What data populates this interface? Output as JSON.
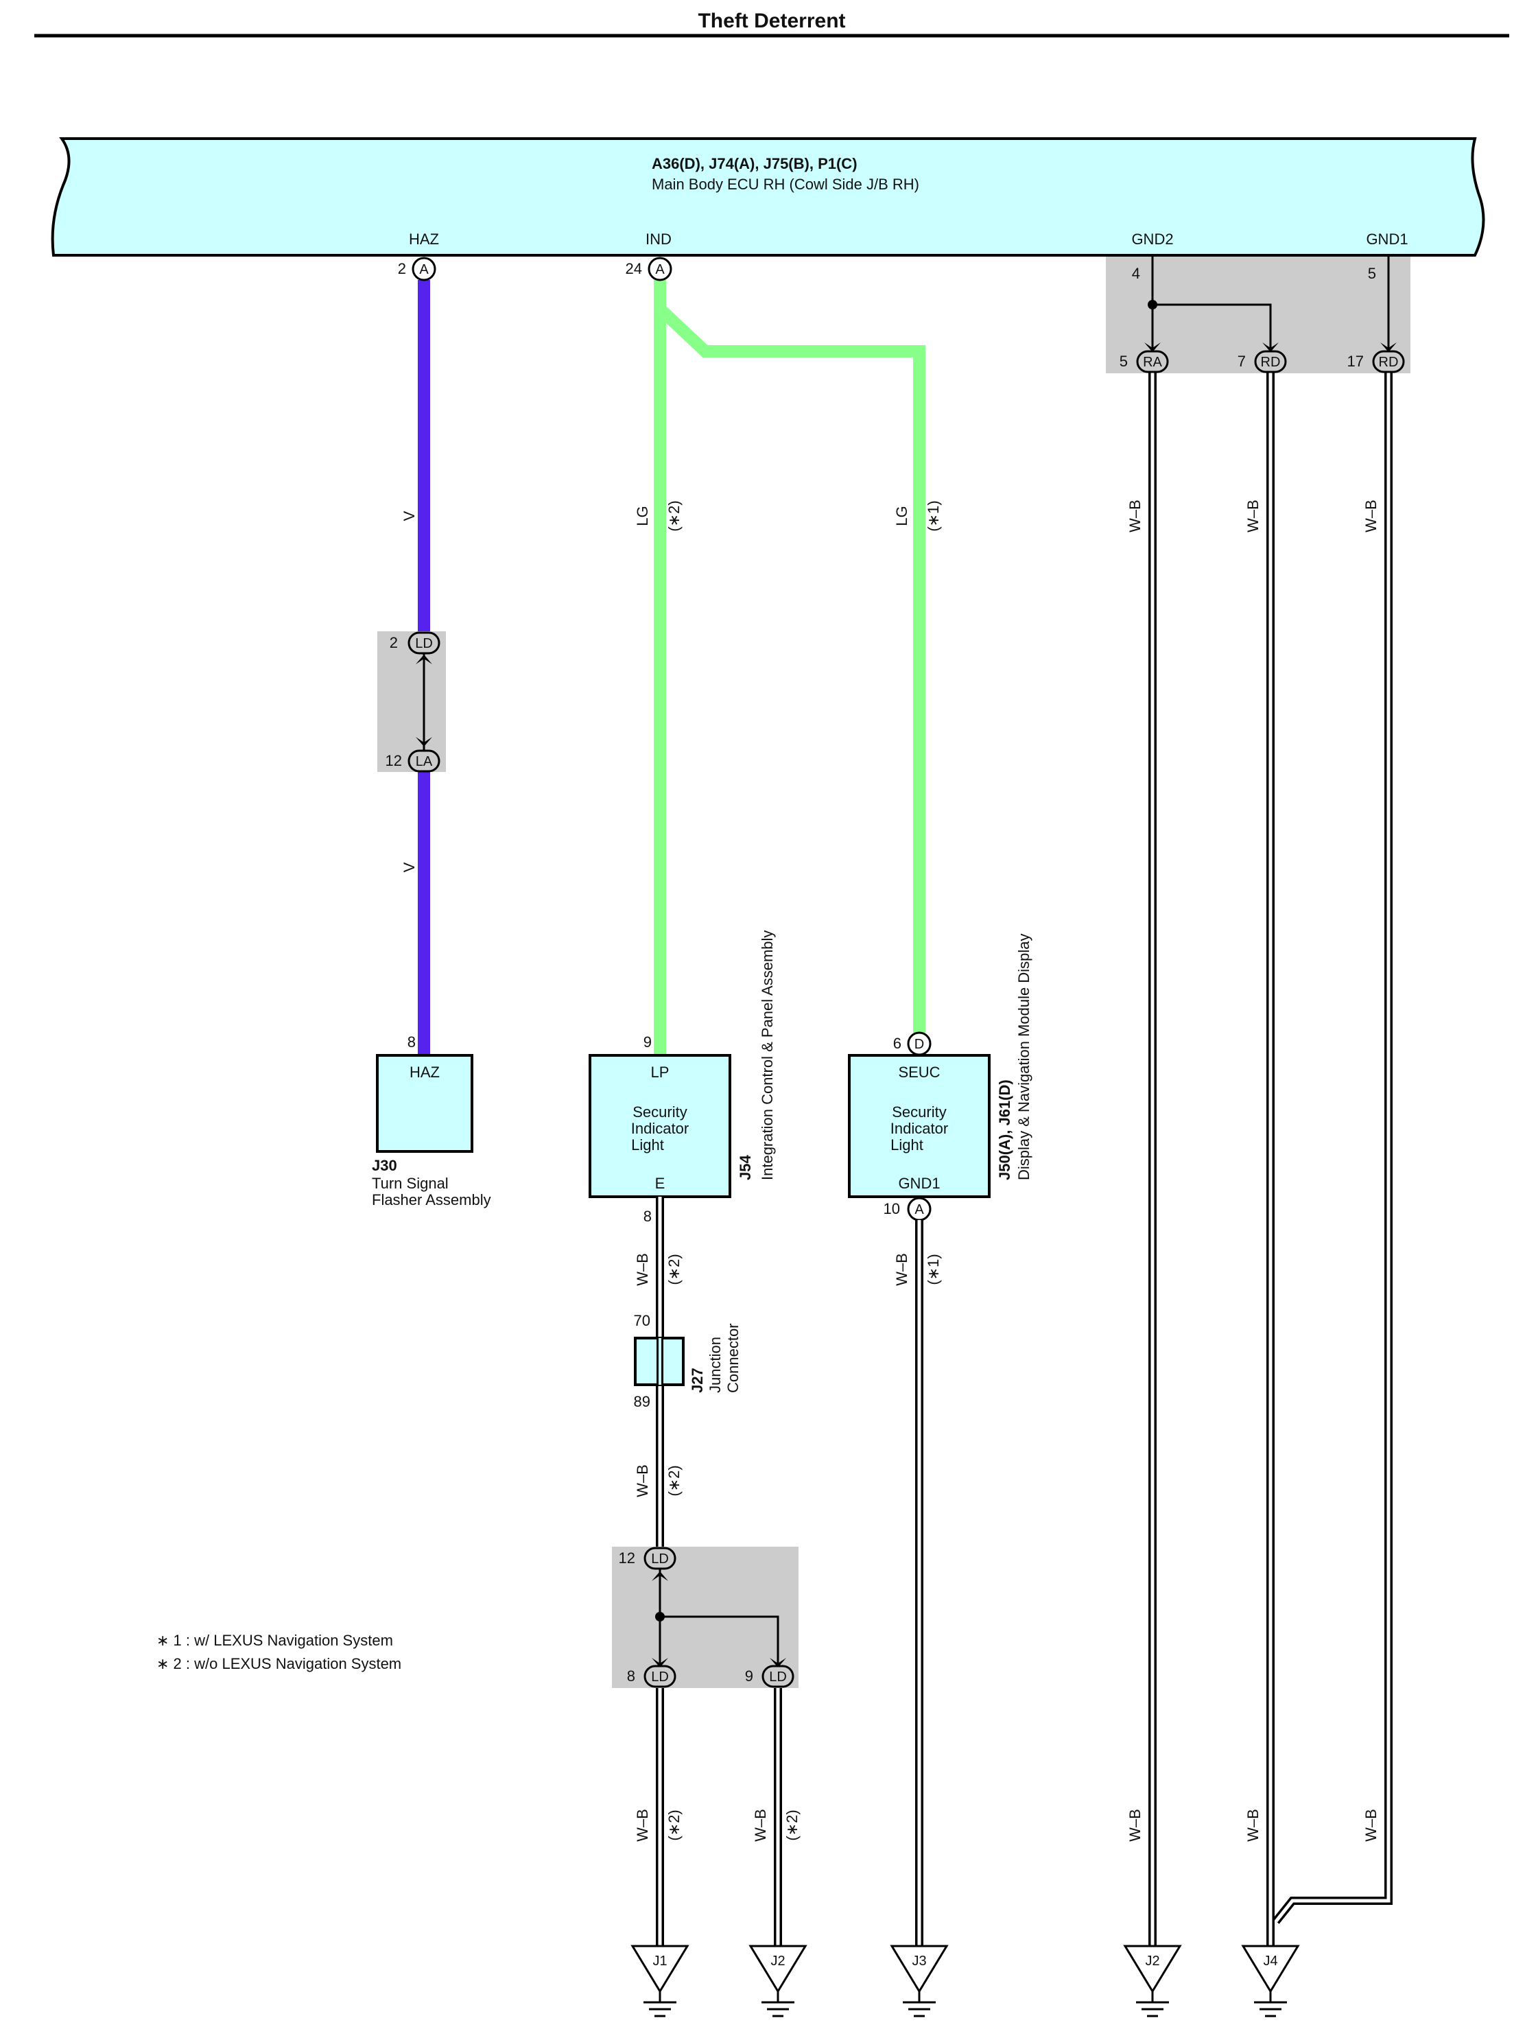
{
  "title": "Theft Deterrent",
  "ecu": {
    "code": "A36(D), J74(A), J75(B), P1(C)",
    "name": "Main Body ECU RH (Cowl Side J/B RH)",
    "terminals": {
      "haz": "HAZ",
      "ind": "IND",
      "gnd2": "GND2",
      "gnd1": "GND1"
    },
    "pins": {
      "haz": "2",
      "ind": "24",
      "gnd2": "4",
      "gnd1": "5"
    },
    "conn_haz": "A",
    "conn_ind": "A"
  },
  "junction_top_right": {
    "pins": [
      "5",
      "7",
      "17"
    ],
    "codes": [
      "RA",
      "RD",
      "RD"
    ]
  },
  "wires": {
    "v": "V",
    "lg": "LG",
    "wb": "W–B",
    "n1": "(∗1)",
    "n2": "(∗2)"
  },
  "junction_ld_la": {
    "pin_top": "2",
    "code_top": "LD",
    "pin_bottom": "12",
    "code_bottom": "LA"
  },
  "j30": {
    "code": "J30",
    "name_line1": "Turn Signal",
    "name_line2": "Flasher Assembly",
    "terminal": "HAZ",
    "pin": "8"
  },
  "j54": {
    "code": "J54",
    "name": "Integration Control & Panel Assembly",
    "terminal_top": "LP",
    "text_line1": "Security",
    "text_line2": "Indicator",
    "text_line3": "Light",
    "terminal_bottom": "E",
    "pin_top": "9",
    "pin_bottom": "8"
  },
  "j50": {
    "code": "J50(A), J61(D)",
    "name": "Display & Navigation Module Display",
    "terminal_top": "SEUC",
    "text_line1": "Security",
    "text_line2": "Indicator",
    "text_line3": "Light",
    "terminal_bottom": "GND1",
    "pin_top": "6",
    "conn_top": "D",
    "pin_bottom": "10",
    "conn_bottom": "A"
  },
  "j27": {
    "code": "J27",
    "name_line1": "Junction",
    "name_line2": "Connector",
    "pin_top": "70",
    "pin_bottom": "89"
  },
  "junction_bottom": {
    "pin_top": "12",
    "code_top": "LD",
    "pin_left": "8",
    "code_left": "LD",
    "pin_right": "9",
    "code_right": "LD"
  },
  "grounds": [
    "J1",
    "J2",
    "J3",
    "J2",
    "J4"
  ],
  "notes": {
    "n1": "∗ 1 : w/ LEXUS Navigation System",
    "n2": "∗ 2 : w/o LEXUS Navigation System"
  },
  "colors": {
    "ecu_fill": "#ccffff",
    "v_wire": "#5522ee",
    "lg_wire": "#88ff88",
    "junction_box": "#cccccc",
    "component_fill": "#ccffff"
  }
}
